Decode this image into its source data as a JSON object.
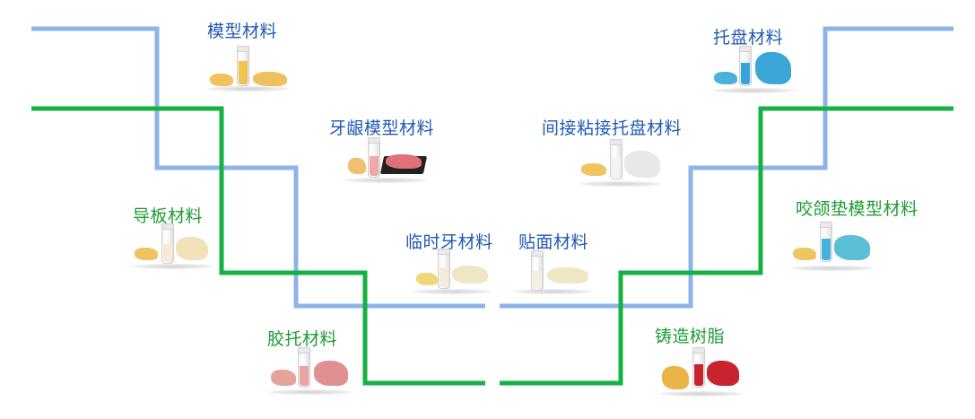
{
  "colors": {
    "blue_line": "#8db4e8",
    "green_line": "#16b143",
    "blue_text": "#1f59b5",
    "green_text": "#1e9c34"
  },
  "materials": {
    "model": {
      "label": "模型材料",
      "color": "#f2c35a",
      "line": "blue"
    },
    "gingiva_model": {
      "label": "牙龈模型材料",
      "color": "#e89aa0",
      "line": "blue"
    },
    "surgical_guide": {
      "label": "导板材料",
      "color": "#f0cf80",
      "line": "green"
    },
    "temporary_tooth": {
      "label": "临时牙材料",
      "color": "#efe6c4",
      "line": "blue"
    },
    "denture_base": {
      "label": "胶托材料",
      "color": "#e6a39a",
      "line": "green"
    },
    "veneer": {
      "label": "贴面材料",
      "color": "#efe6c4",
      "line": "blue"
    },
    "tray": {
      "label": "托盘材料",
      "color": "#3aa7d8",
      "line": "blue"
    },
    "indirect_bonding_tray": {
      "label": "间接粘接托盘材料",
      "color": "#e6e6e6",
      "line": "blue"
    },
    "bite_splint_model": {
      "label": "咬颌垫模型材料",
      "color": "#5bbfd6",
      "line": "green"
    },
    "casting_resin": {
      "label": "铸造树脂",
      "color": "#c8232e",
      "line": "green"
    }
  }
}
